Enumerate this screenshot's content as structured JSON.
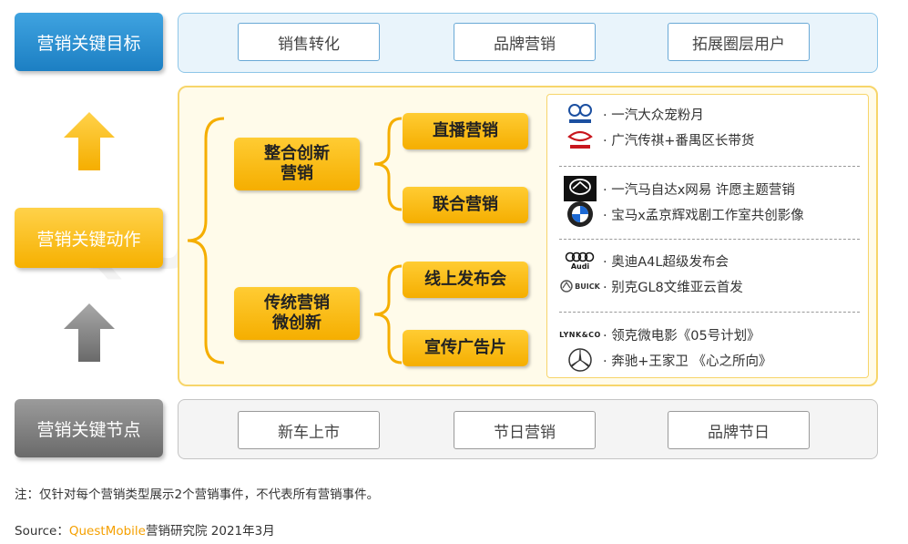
{
  "labels": {
    "goal": "营销关键目标",
    "action": "营销关键动作",
    "node": "营销关键节点"
  },
  "goals": [
    "销售转化",
    "品牌营销",
    "拓展圈层用户"
  ],
  "nodes": [
    "新车上市",
    "节日营销",
    "品牌节日"
  ],
  "categories": [
    {
      "label": "整合创新\n营销",
      "subs": [
        "直播营销",
        "联合营销"
      ]
    },
    {
      "label": "传统营销\n微创新",
      "subs": [
        "线上发布会",
        "宣传广告片"
      ]
    }
  ],
  "cases": [
    {
      "logo": "faw-vw-logo",
      "text": "· 一汽大众宠粉月"
    },
    {
      "logo": "gac-trumpchi-logo",
      "text": "· 广汽传祺+番禺区长带货"
    },
    {
      "logo": "mazda-logo",
      "text": "· 一汽马自达x网易 许愿主题营销"
    },
    {
      "logo": "bmw-logo",
      "text": "· 宝马x孟京辉戏剧工作室共创影像"
    },
    {
      "logo": "audi-logo",
      "logo_text": "Audi",
      "text": "· 奥迪A4L超级发布会"
    },
    {
      "logo": "buick-logo",
      "logo_text": "BUICK",
      "text": "· 别克GL8文维亚云首发"
    },
    {
      "logo": "lynkco-logo",
      "logo_text": "LYNK&CO",
      "text": "· 领克微电影《05号计划》"
    },
    {
      "logo": "mercedes-logo",
      "text": "· 奔驰+王家卫 《心之所向》"
    }
  ],
  "note": "注：仅针对每个营销类型展示2个营销事件，不代表所有营销事件。",
  "source": {
    "prefix": "Source：",
    "brand": "QuestMobile",
    "suffix": "营销研究院 2021年3月"
  },
  "watermark": "QUESTMOBILE",
  "colors": {
    "blue": "#1c7fc3",
    "gold": "#f5ae00",
    "gray": "#6a6a6a",
    "brand_orange": "#f5a000"
  }
}
